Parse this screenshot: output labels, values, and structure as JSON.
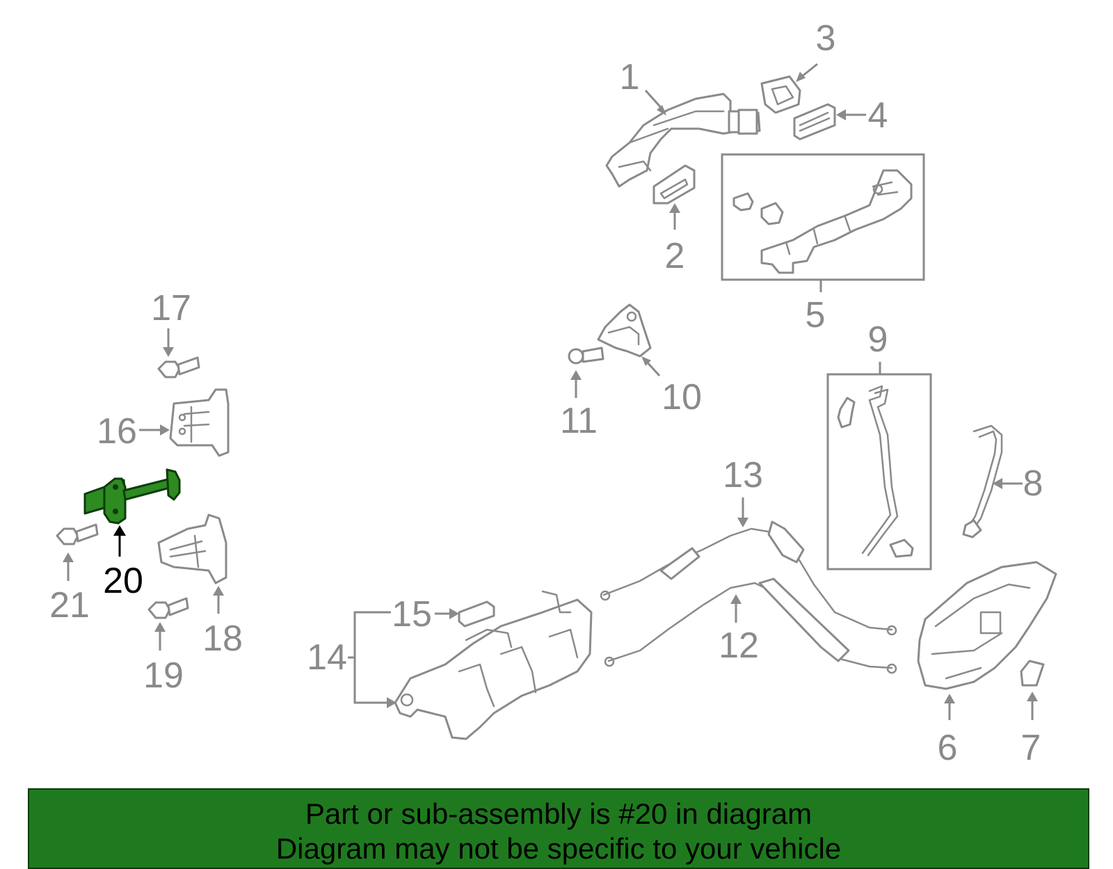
{
  "callouts": {
    "c1": "1",
    "c2": "2",
    "c3": "3",
    "c4": "4",
    "c5": "5",
    "c6": "6",
    "c7": "7",
    "c8": "8",
    "c9": "9",
    "c10": "10",
    "c11": "11",
    "c12": "12",
    "c13": "13",
    "c14": "14",
    "c15": "15",
    "c16": "16",
    "c17": "17",
    "c18": "18",
    "c19": "19",
    "c20": "20",
    "c21": "21"
  },
  "highlight": {
    "part_number": "20",
    "color": "#2e8b22"
  },
  "colors": {
    "line": "#8a8a8a",
    "banner_bg": "#1f7a1f",
    "highlight_label": "#000000"
  },
  "banner": {
    "line1": "Part or sub-assembly is #20 in diagram",
    "line2": "Diagram may not be specific to your vehicle"
  }
}
